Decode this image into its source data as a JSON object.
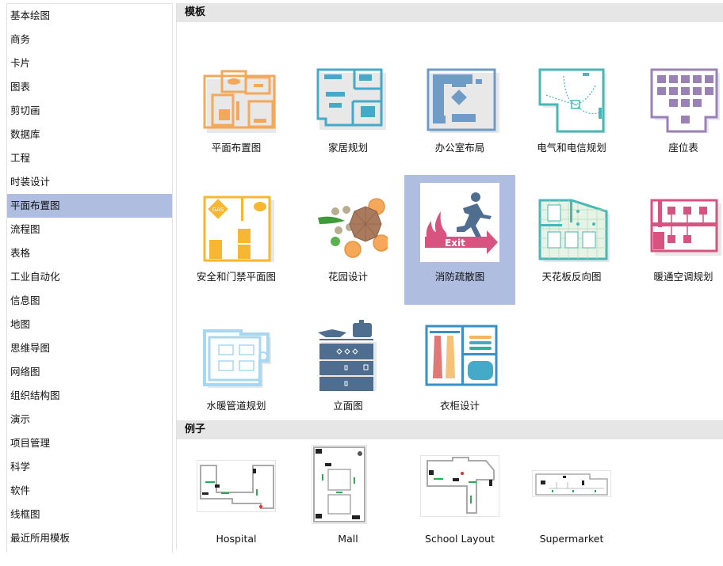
{
  "sidebar": {
    "items": [
      {
        "label": "基本绘图"
      },
      {
        "label": "商务"
      },
      {
        "label": "卡片"
      },
      {
        "label": "图表"
      },
      {
        "label": "剪切画"
      },
      {
        "label": "数据库"
      },
      {
        "label": "工程"
      },
      {
        "label": "时装设计"
      },
      {
        "label": "平面布置图",
        "selected": true
      },
      {
        "label": "流程图"
      },
      {
        "label": "表格"
      },
      {
        "label": "工业自动化"
      },
      {
        "label": "信息图"
      },
      {
        "label": "地图"
      },
      {
        "label": "思维导图"
      },
      {
        "label": "网络图"
      },
      {
        "label": "组织结构图"
      },
      {
        "label": "演示"
      },
      {
        "label": "项目管理"
      },
      {
        "label": "科学"
      },
      {
        "label": "软件"
      },
      {
        "label": "线框图"
      },
      {
        "label": "最近所用模板"
      }
    ],
    "selected_color": "#aebde0"
  },
  "templates": {
    "header": "模板",
    "items": [
      {
        "label": "平面布置图",
        "icon": "floor-plan-icon",
        "color": "#f5a85a"
      },
      {
        "label": "家居规划",
        "icon": "home-plan-icon",
        "color": "#45a9c8"
      },
      {
        "label": "办公室布局",
        "icon": "office-layout-icon",
        "color": "#6f9cc6"
      },
      {
        "label": "电气和电信规划",
        "icon": "electrical-plan-icon",
        "color": "#4bb6b6"
      },
      {
        "label": "座位表",
        "icon": "seating-chart-icon",
        "color": "#9b82b6"
      },
      {
        "label": "安全和门禁平面图",
        "icon": "security-access-icon",
        "color": "#f7b733"
      },
      {
        "label": "花园设计",
        "icon": "garden-design-icon",
        "color": "#a97a5e"
      },
      {
        "label": "消防疏散图",
        "icon": "fire-evacuation-icon",
        "color": "#d6547f",
        "selected": true,
        "exit_text": "Exit"
      },
      {
        "label": "天花板反向图",
        "icon": "reflected-ceiling-icon",
        "color": "#4bb6b6"
      },
      {
        "label": "暖通空调规划",
        "icon": "hvac-plan-icon",
        "color": "#d6547f"
      },
      {
        "label": "水暖管道规划",
        "icon": "plumbing-plan-icon",
        "color": "#a8d8ef"
      },
      {
        "label": "立面图",
        "icon": "elevation-icon",
        "color": "#4f6d8f"
      },
      {
        "label": "衣柜设计",
        "icon": "wardrobe-design-icon",
        "color": "#3a8fc6"
      }
    ]
  },
  "examples": {
    "header": "例子",
    "items": [
      {
        "label": "Hospital",
        "icon": "hospital-thumbnail"
      },
      {
        "label": "Mall",
        "icon": "mall-thumbnail"
      },
      {
        "label": "School Layout",
        "icon": "school-layout-thumbnail"
      },
      {
        "label": "Supermarket",
        "icon": "supermarket-thumbnail"
      }
    ]
  }
}
